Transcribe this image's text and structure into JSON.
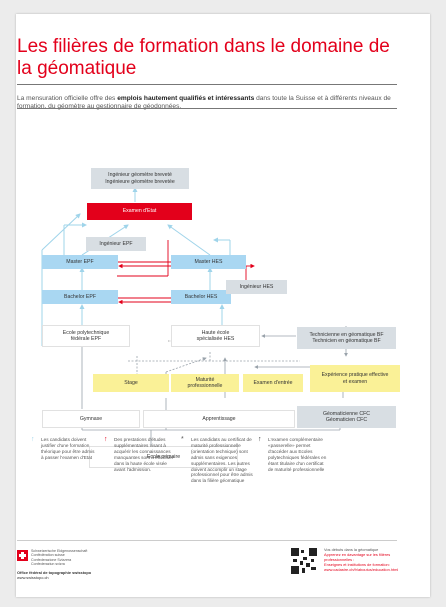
{
  "title": "Les filières de formation dans le domaine de la géomatique",
  "intro": {
    "before": "La mensuration officielle offre des ",
    "bold": "emplois hautement qualifiés et intéressants",
    "after": " dans toute la Suisse et à différents niveaux de formation, du géomètre au gestionnaire de géodonnées."
  },
  "boxes": {
    "ing_geometre": "Ingénieur géomètre breveté\nIngénieure géomètre brevetée",
    "examen_etat": "Examen d'Etat",
    "ing_epf": "Ingénieur EPF",
    "master_epf": "Master EPF",
    "master_hes": "Master HES",
    "bachelor_epf": "Bachelor EPF",
    "bachelor_hes": "Bachelor HES",
    "ing_hes": "Ingénieur HES",
    "ecole_poly": "Ecole polytechnique\nfédérale EPF",
    "haute_ecole": "Haute école\nspécialisée HES",
    "technicien": "Technicienne en géomatique BF\nTechnicien en géomatique BF",
    "stage": "Stage",
    "maturite": "Maturité\nprofessionnelle",
    "examen_entree": "Examen d'entrée",
    "experience": "Expérience pratique effective\net examen",
    "gymnase": "Gymnase",
    "apprentissage": "Apprentissage",
    "geomaticien": "Géomaticienne CFC\nGéomaticien CFC",
    "ecole_primaire": "Ecole primaire"
  },
  "notes": [
    {
      "mark": "↑",
      "color": "#9fd4ea",
      "text": "Les candidats doivent justifier d'une formation théorique pour être admis à passer l'examen d'Etat"
    },
    {
      "mark": "↑",
      "color": "#e3001b",
      "text": "Des prestations d'études supplémentaires visant à acquérir les connaissances manquantes sont à effectuer dans la haute école visée avant l'admission."
    },
    {
      "mark": "*",
      "color": "#555555",
      "text": "Les candidats au certificat de maturité professionnelle (orientation technique) sont admis sans exigences supplémentaires. Les autres doivent accomplir un stage professionnel pour être admis dans la filière géomatique"
    },
    {
      "mark": "↑",
      "color": "#333333",
      "text": "L'examen complémentaire «passerelle» permet d'accéder aux Ecoles polytechniques fédérales en étant titulaire d'un certificat de maturité professionnelle"
    }
  ],
  "footer": {
    "gov_lines": [
      "Schweizerische Eidgenossenschaft",
      "Confédération suisse",
      "Confederazione Svizzera",
      "Confederaziun svizra"
    ],
    "office_name": "Office fédéral de topographie swisstopo",
    "office_url": "www.swisstopo.ch",
    "links_title": "Vos débuts dans la géomatique",
    "link1": "Apprenez en davantage sur les filières professionnelles :",
    "link2": "Enseignes et institutions de formation:",
    "link3": "www.cadastre.ch/fr/aboutus/education.html"
  },
  "colors": {
    "accent": "#e3001b",
    "grey_box": "#d8dee3",
    "blue_box": "#a9d7f2",
    "yellow_box": "#faf197",
    "arrow_blue": "#9fd4ea"
  }
}
